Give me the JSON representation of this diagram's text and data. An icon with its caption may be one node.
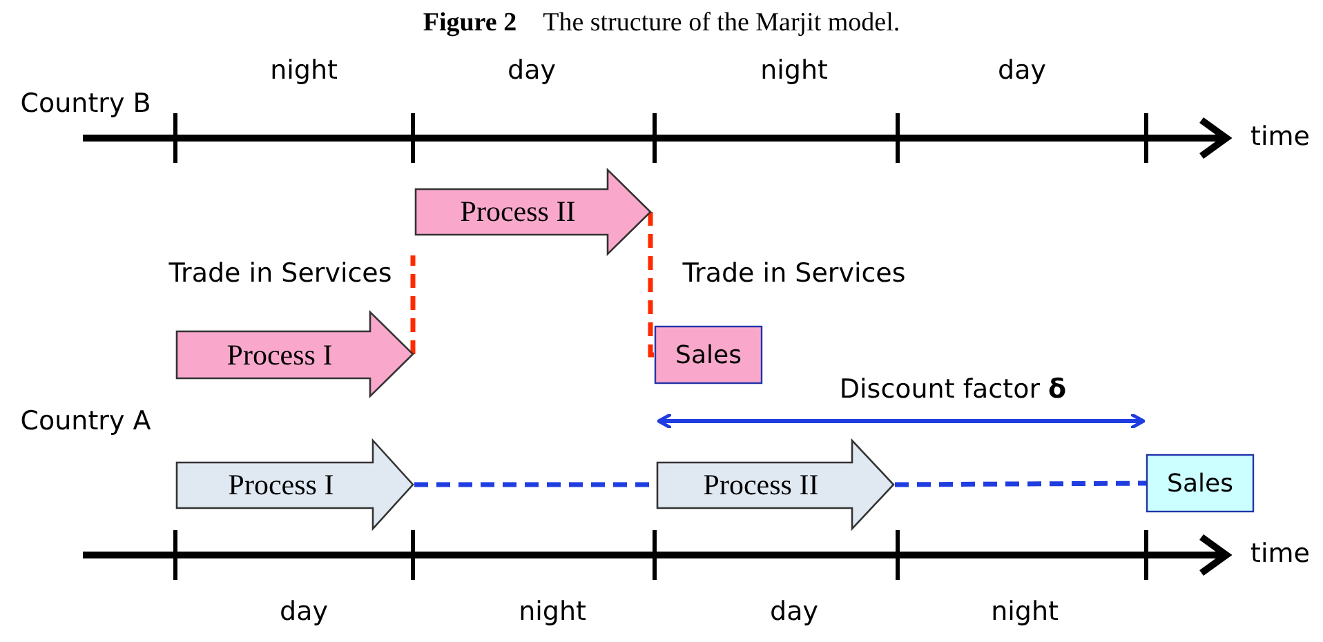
{
  "diagram": {
    "title": "**Figure 2**　The structure of the Marjit model.",
    "nodes": [
      {
        "text": [
          "Process I"
        ]
      },
      {
        "text": [
          "Process II"
        ]
      },
      {
        "text": [
          "Sales"
        ]
      },
      {
        "text": [
          "Process I"
        ]
      },
      {
        "text": [
          "Process II"
        ]
      },
      {
        "text": [
          "Sales"
        ]
      }
    ],
    "edges": [
      {
        "from": 0,
        "to": 1,
        "arrow": "none",
        "label": "Trade in Services",
        "style": "dashed",
        "color": "#ff2a00"
      },
      {
        "from": 1,
        "to": 2,
        "arrow": "none",
        "label": "Trade in Services",
        "style": "dashed",
        "color": "#ff2a00"
      },
      {
        "from": 3,
        "to": 4,
        "arrow": "none",
        "style": "dashed",
        "color": "#1f3de0"
      },
      {
        "from": 4,
        "to": 5,
        "arrow": "none",
        "style": "dashed",
        "color": "#1f3de0"
      }
    ],
    "labels": [
      "night",
      "day",
      "night",
      "day",
      "Country B",
      "time",
      "Discount factor **δ**",
      "Country A",
      "time",
      "day",
      "night",
      "day",
      "night"
    ]
  }
}
